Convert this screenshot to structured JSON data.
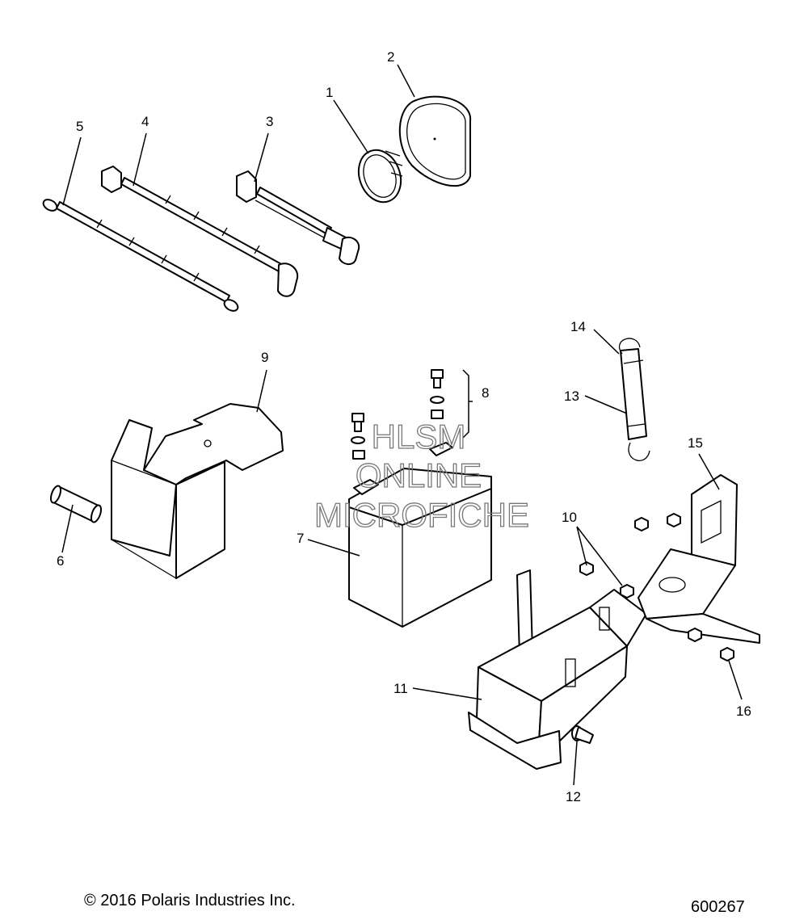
{
  "diagram": {
    "callouts": [
      {
        "id": "1",
        "label": "1"
      },
      {
        "id": "2",
        "label": "2"
      },
      {
        "id": "3",
        "label": "3"
      },
      {
        "id": "4",
        "label": "4"
      },
      {
        "id": "5",
        "label": "5"
      },
      {
        "id": "6",
        "label": "6"
      },
      {
        "id": "7",
        "label": "7"
      },
      {
        "id": "8",
        "label": "8"
      },
      {
        "id": "9",
        "label": "9"
      },
      {
        "id": "10",
        "label": "10"
      },
      {
        "id": "11",
        "label": "11"
      },
      {
        "id": "12",
        "label": "12"
      },
      {
        "id": "13",
        "label": "13"
      },
      {
        "id": "14",
        "label": "14"
      },
      {
        "id": "15",
        "label": "15"
      },
      {
        "id": "16",
        "label": "16"
      }
    ],
    "watermark": [
      "HLSM",
      "ONLINE",
      "MICROFICHE"
    ]
  },
  "footer": {
    "copyright": "© 2016 Polaris Industries Inc.",
    "figure_number": "600267"
  }
}
